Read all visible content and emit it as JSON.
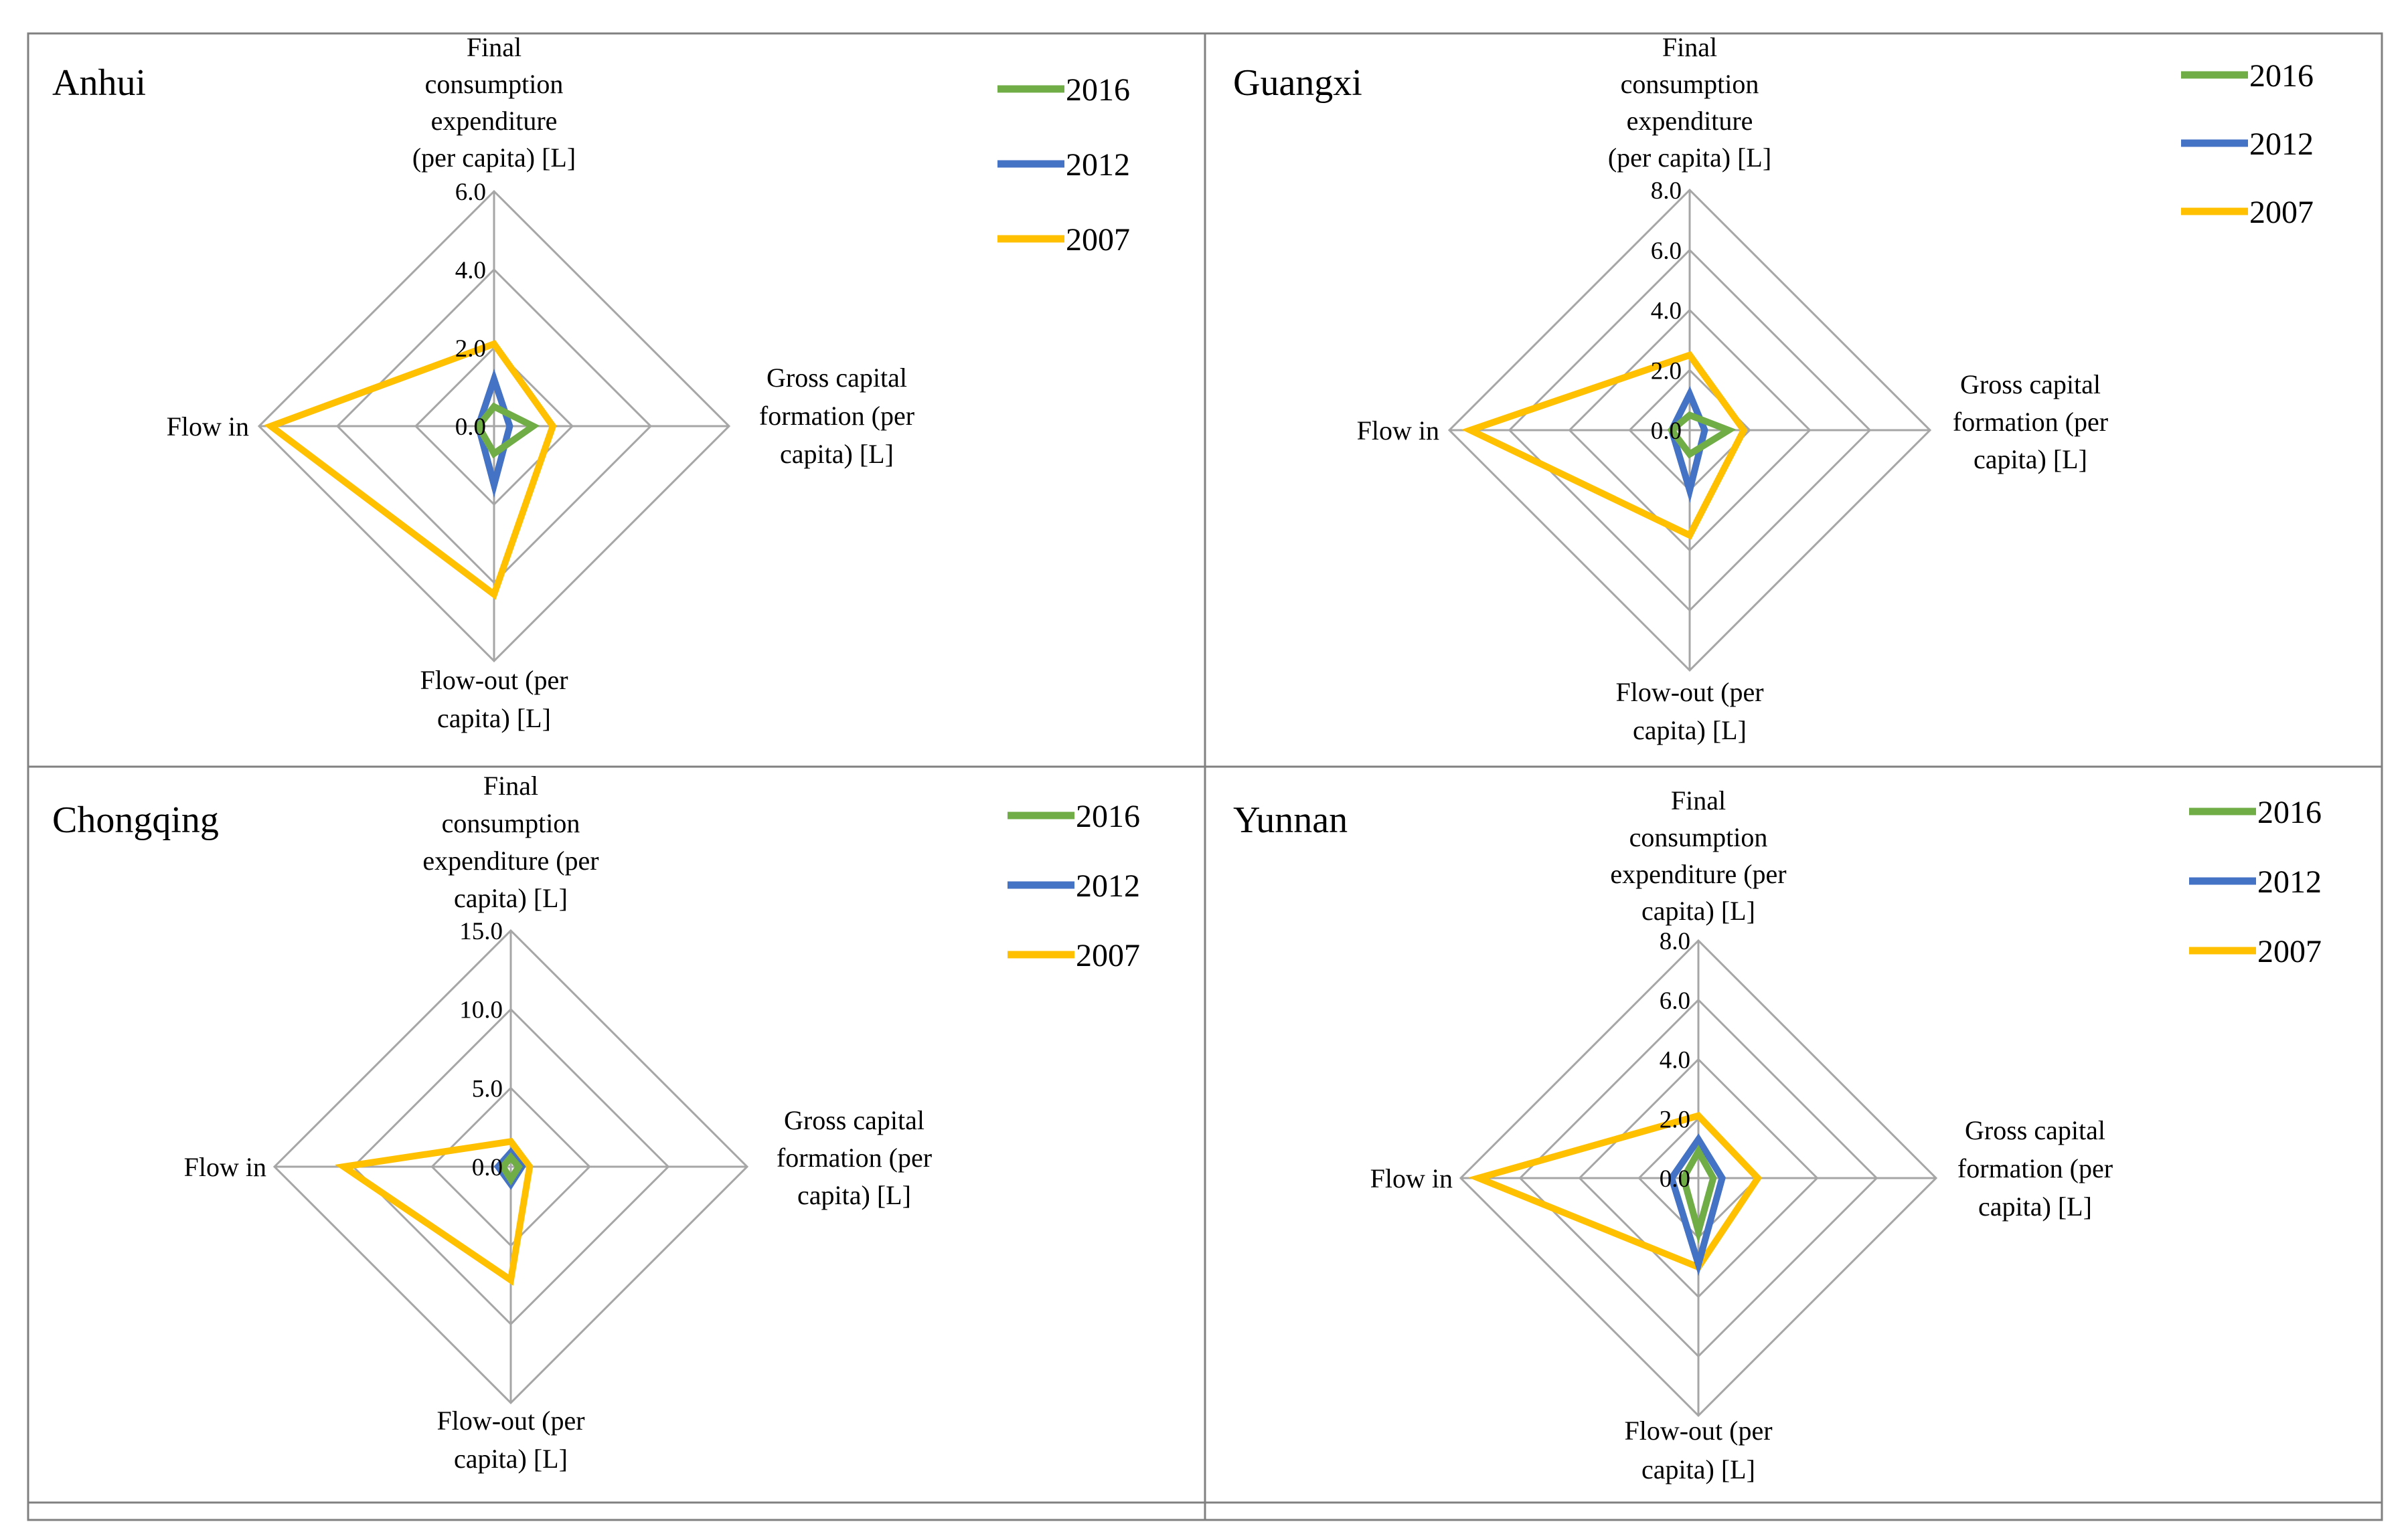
{
  "chart_data": [
    {
      "type": "radar",
      "title": "Anhui",
      "axes": [
        "Final consumption expenditure (per capita) [L]",
        "Gross capital formation (per capita) [L]",
        "Flow-out (per capita) [L]",
        "Flow in"
      ],
      "axis_label_lines": [
        [
          "Final",
          "consumption",
          "expenditure",
          "(per capita) [L]"
        ],
        [
          "Gross capital",
          "formation (per",
          "capita) [L]"
        ],
        [
          "Flow-out (per",
          "capita) [L]"
        ],
        [
          "Flow in"
        ]
      ],
      "ticks": [
        "0.0",
        "2.0",
        "4.0",
        "6.0"
      ],
      "rlim": [
        0,
        6
      ],
      "grid": true,
      "legend_position": "top-right",
      "series": [
        {
          "name": "2016",
          "color": "#70AD47",
          "values": [
            0.5,
            1.0,
            0.7,
            0.4
          ]
        },
        {
          "name": "2012",
          "color": "#4472C4",
          "values": [
            1.2,
            0.4,
            1.5,
            0.4
          ]
        },
        {
          "name": "2007",
          "color": "#FFC000",
          "values": [
            2.1,
            1.5,
            4.3,
            5.7
          ]
        }
      ]
    },
    {
      "type": "radar",
      "title": "Guangxi",
      "axes": [
        "Final consumption expenditure (per capita) [L]",
        "Gross capital formation (per capita) [L]",
        "Flow-out (per capita) [L]",
        "Flow in"
      ],
      "axis_label_lines": [
        [
          "Final",
          "consumption",
          "expenditure",
          "(per capita) [L]"
        ],
        [
          "Gross capital",
          "formation (per",
          "capita) [L]"
        ],
        [
          "Flow-out (per",
          "capita) [L]"
        ],
        [
          "Flow in"
        ]
      ],
      "ticks": [
        "0.0",
        "2.0",
        "4.0",
        "6.0",
        "8.0"
      ],
      "rlim": [
        0,
        8
      ],
      "grid": true,
      "legend_position": "top-right",
      "series": [
        {
          "name": "2016",
          "color": "#70AD47",
          "values": [
            0.5,
            1.3,
            0.8,
            0.6
          ]
        },
        {
          "name": "2012",
          "color": "#4472C4",
          "values": [
            1.2,
            0.5,
            2.0,
            0.6
          ]
        },
        {
          "name": "2007",
          "color": "#FFC000",
          "values": [
            2.5,
            1.8,
            3.5,
            7.3
          ]
        }
      ]
    },
    {
      "type": "radar",
      "title": "Chongqing",
      "axes": [
        "Final consumption expenditure (per capita) [L]",
        "Gross capital formation (per capita) [L]",
        "Flow-out (per capita) [L]",
        "Flow in"
      ],
      "axis_label_lines": [
        [
          "Final",
          "consumption",
          "expenditure (per",
          "capita) [L]"
        ],
        [
          "Gross capital",
          "formation (per",
          "capita) [L]"
        ],
        [
          "Flow-out (per",
          "capita) [L]"
        ],
        [
          "Flow in"
        ]
      ],
      "ticks": [
        "0.0",
        "5.0",
        "10.0",
        "15.0"
      ],
      "rlim": [
        0,
        15
      ],
      "grid": true,
      "legend_position": "top-right",
      "series": [
        {
          "name": "2016",
          "color": "#70AD47",
          "values": [
            0.6,
            0.5,
            0.8,
            0.5
          ]
        },
        {
          "name": "2012",
          "color": "#4472C4",
          "values": [
            0.9,
            0.7,
            1.1,
            0.8
          ]
        },
        {
          "name": "2007",
          "color": "#FFC000",
          "values": [
            1.6,
            1.2,
            7.2,
            10.6
          ]
        }
      ]
    },
    {
      "type": "radar",
      "title": "Yunnan",
      "axes": [
        "Final consumption expenditure (per capita) [L]",
        "Gross capital formation (per capita) [L]",
        "Flow-out (per capita) [L]",
        "Flow in"
      ],
      "axis_label_lines": [
        [
          "Final",
          "consumption",
          "expenditure (per",
          "capita) [L]"
        ],
        [
          "Gross capital",
          "formation (per",
          "capita) [L]"
        ],
        [
          "Flow-out (per",
          "capita) [L]"
        ],
        [
          "Flow in"
        ]
      ],
      "ticks": [
        "0.0",
        "2.0",
        "4.0",
        "6.0",
        "8.0"
      ],
      "rlim": [
        0,
        8
      ],
      "grid": true,
      "legend_position": "top-right",
      "series": [
        {
          "name": "2016",
          "color": "#70AD47",
          "values": [
            0.9,
            0.5,
            1.8,
            0.5
          ]
        },
        {
          "name": "2012",
          "color": "#4472C4",
          "values": [
            1.3,
            0.8,
            2.9,
            0.9
          ]
        },
        {
          "name": "2007",
          "color": "#FFC000",
          "values": [
            2.1,
            2.0,
            3.0,
            7.4
          ]
        }
      ]
    }
  ]
}
